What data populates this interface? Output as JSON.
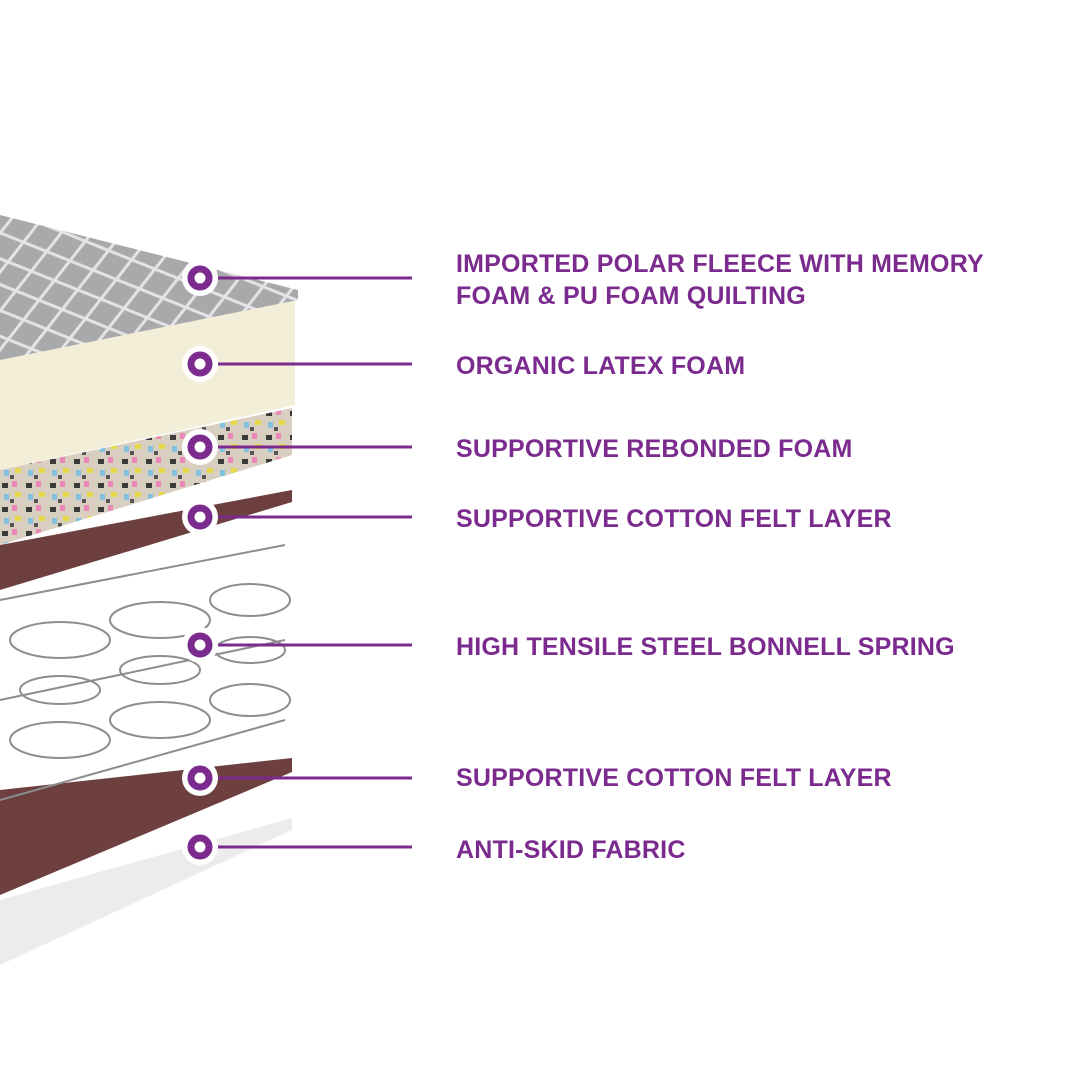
{
  "colors": {
    "accent": "#7b2a8e",
    "background": "#ffffff"
  },
  "layers": [
    {
      "label": "IMPORTED POLAR FLEECE WITH MEMORY FOAM & PU FOAM QUILTING",
      "line1": "IMPORTED POLAR FLEECE WITH MEMORY",
      "line2": "FOAM & PU FOAM QUILTING"
    },
    {
      "label": "ORGANIC LATEX FOAM"
    },
    {
      "label": "SUPPORTIVE REBONDED FOAM"
    },
    {
      "label": "SUPPORTIVE COTTON FELT LAYER"
    },
    {
      "label": "HIGH TENSILE STEEL BONNELL SPRING"
    },
    {
      "label": "SUPPORTIVE COTTON FELT LAYER"
    },
    {
      "label": "ANTI-SKID FABRIC"
    }
  ]
}
